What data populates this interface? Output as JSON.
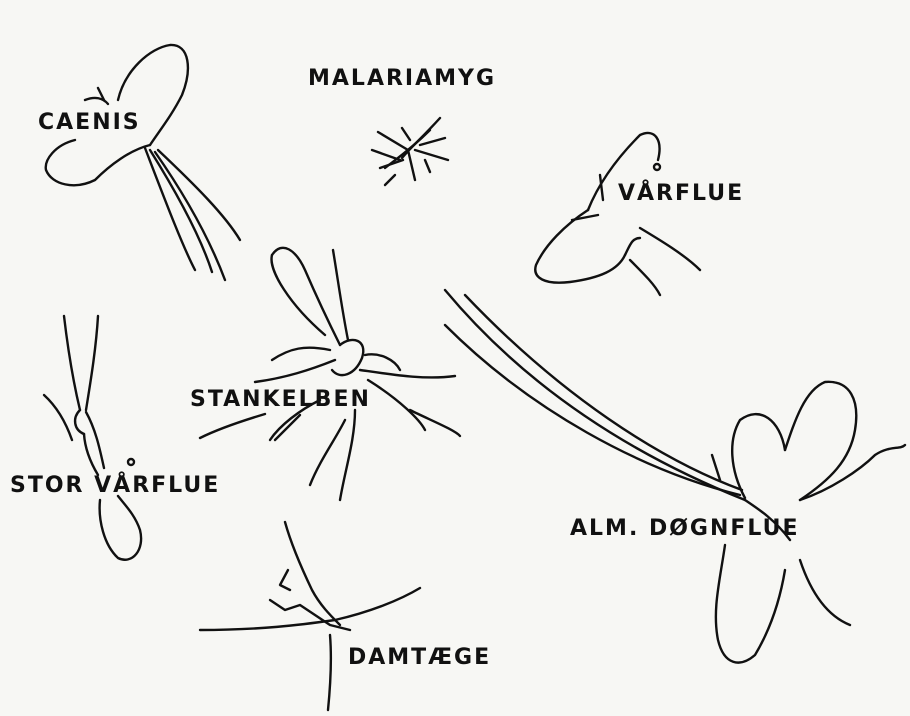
{
  "labels": {
    "malariamyg": "MALARIAMYG",
    "caenis": "CAENIS",
    "varflue": "VÅRFLUE",
    "stankelben": "STANKELBEN",
    "stor_varflue": "STOR VÅRFLUE",
    "alm_dognflue": "ALM. DØGNFLUE",
    "damtaege": "DAMTÆGE"
  },
  "ink_color": "#111111",
  "paper_color": "#f7f7f4"
}
